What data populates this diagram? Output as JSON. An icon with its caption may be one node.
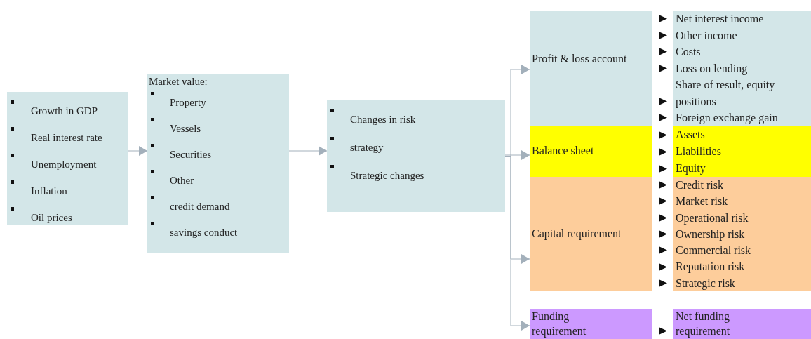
{
  "diagram": {
    "nodes": [
      {
        "text": [
          "Growth in GDP",
          "Real interest rate",
          "Unemployment",
          "Inflation",
          "Oil prices"
        ]
      },
      {
        "text": [
          "Market value:",
          "Property",
          "Vessels",
          "Securities",
          "Other",
          "credit demand",
          "savings conduct"
        ]
      },
      {
        "text": [
          "Changes in risk",
          "strategy",
          "Strategic changes"
        ]
      },
      {
        "text": [
          "Profit & loss account"
        ]
      },
      {
        "text": [
          "Balance sheet"
        ]
      },
      {
        "text": [
          "Capital requirement"
        ]
      },
      {
        "text": [
          "Funding requirement"
        ]
      },
      {
        "text": [
          "Net interest income",
          "Other income",
          "Costs",
          "Loss on lending",
          "Share of result, equity positions",
          "Foreign exchange gain"
        ]
      },
      {
        "text": [
          "Assets",
          "Liabilities",
          "Equity"
        ]
      },
      {
        "text": [
          "Credit risk",
          "Market risk",
          "Operational risk",
          "Ownership risk",
          "Commercial risk",
          "Reputation risk",
          "Strategic risk"
        ]
      },
      {
        "text": [
          "Net funding requirement"
        ]
      }
    ],
    "edges": [
      {
        "from": 0,
        "to": 1,
        "arrow": "to"
      },
      {
        "from": 1,
        "to": 2,
        "arrow": "to"
      },
      {
        "from": 2,
        "to": 3,
        "arrow": "to"
      },
      {
        "from": 2,
        "to": 4,
        "arrow": "to"
      },
      {
        "from": 2,
        "to": 5,
        "arrow": "to"
      },
      {
        "from": 2,
        "to": 6,
        "arrow": "to"
      }
    ]
  }
}
